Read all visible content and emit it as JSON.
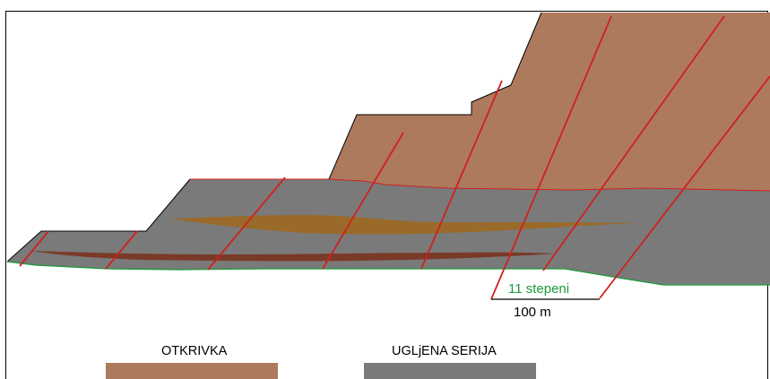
{
  "caption_fragment": "profile of the overburden and coal-bearing series with dip lines",
  "diagram": {
    "angle_label": "11 stepeni",
    "scale_label": "100 m"
  },
  "legend": {
    "items": [
      {
        "label": "OTKRIVKA",
        "color": "#ad7a5e"
      },
      {
        "label": "UGLjENA SERIJA",
        "color": "#7a7a7a"
      }
    ]
  },
  "colors": {
    "overburden": "#ad7a5e",
    "coal_series": "#7a7a7a",
    "coal_seam_upper": "#9a6a2a",
    "coal_seam_lower": "#7a3a28",
    "fault_line": "#d02020",
    "ground_line": "#1a9a3a",
    "angle_text": "#1a9a3a"
  }
}
